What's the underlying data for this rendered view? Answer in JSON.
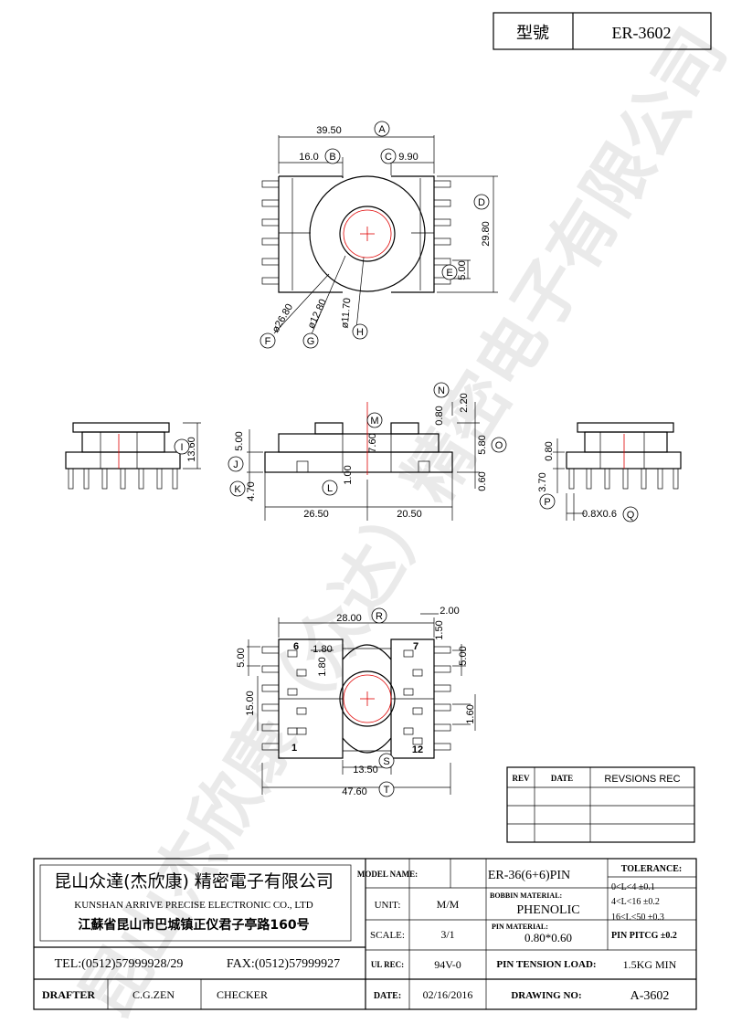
{
  "header": {
    "model_label": "型號",
    "model_value": "ER-3602"
  },
  "watermark": "昆山杰欣康（众达）精密电子有限公司",
  "top_view": {
    "dims": [
      "39.50",
      "16.0",
      "9.90",
      "29.80",
      "5.00",
      "ø26.80",
      "ø12.80",
      "ø11.70"
    ],
    "tags": [
      "A",
      "B",
      "C",
      "D",
      "E",
      "F",
      "G",
      "H"
    ]
  },
  "side_view": {
    "dims": [
      "13.60",
      "5.00",
      "4.70",
      "26.50",
      "20.50",
      "7.60",
      "1.00",
      "0.80",
      "2.20",
      "5.80",
      "0.60",
      "0.80",
      "3.70",
      "0.8X0.6"
    ],
    "tags": [
      "I",
      "J",
      "K",
      "L",
      "M",
      "N",
      "O",
      "P",
      "Q"
    ]
  },
  "bottom_view": {
    "dims": [
      "28.00",
      "2.00",
      "1.50",
      "5.00",
      "1.80",
      "1.80",
      "5.00",
      "15.00",
      "1.60",
      "13.50",
      "47.60"
    ],
    "tags": [
      "R",
      "S",
      "T"
    ],
    "pin_labels": [
      "6",
      "7",
      "1",
      "12"
    ]
  },
  "revision_table": {
    "headers": [
      "REV",
      "DATE",
      "REVSIONS  REC"
    ]
  },
  "title_block": {
    "company_cn": "昆山众達(杰欣康) 精密電子有限公司",
    "company_en": "KUNSHAN ARRIVE PRECISE ELECTRONIC CO., LTD",
    "address": "江蘇省昆山市巴城镇正仪君子亭路160号",
    "tel": "TEL:(0512)57999928/29",
    "fax": "FAX:(0512)57999927",
    "drafter_label": "DRAFTER",
    "drafter": "C.G.ZEN",
    "checker_label": "CHECKER",
    "model_name_label": "MODEL NAME:",
    "model_name": "ER-36(6+6)PIN",
    "unit_label": "UNIT:",
    "unit": "M/M",
    "bobbin_label": "BOBBIN MATERIAL:",
    "bobbin": "PHENOLIC",
    "scale_label": "SCALE:",
    "scale": "3/1",
    "pin_material_label": "PIN MATERIAL:",
    "pin_material": "0.80*0.60",
    "ul_label": "UL REC:",
    "ul": "94V-0",
    "tension_label": "PIN TENSION LOAD:",
    "tension": "1.5KG MIN",
    "date_label": "DATE:",
    "date": "02/16/2016",
    "drawing_label": "DRAWING NO:",
    "drawing": "A-3602",
    "tolerance_label": "TOLERANCE:",
    "tol_1": "0<L<4    ±0.1",
    "tol_2": "4<L<16   ±0.2",
    "tol_3": "16<L<50  ±0.3",
    "tol_4": "PIN PITCG ±0.2"
  }
}
